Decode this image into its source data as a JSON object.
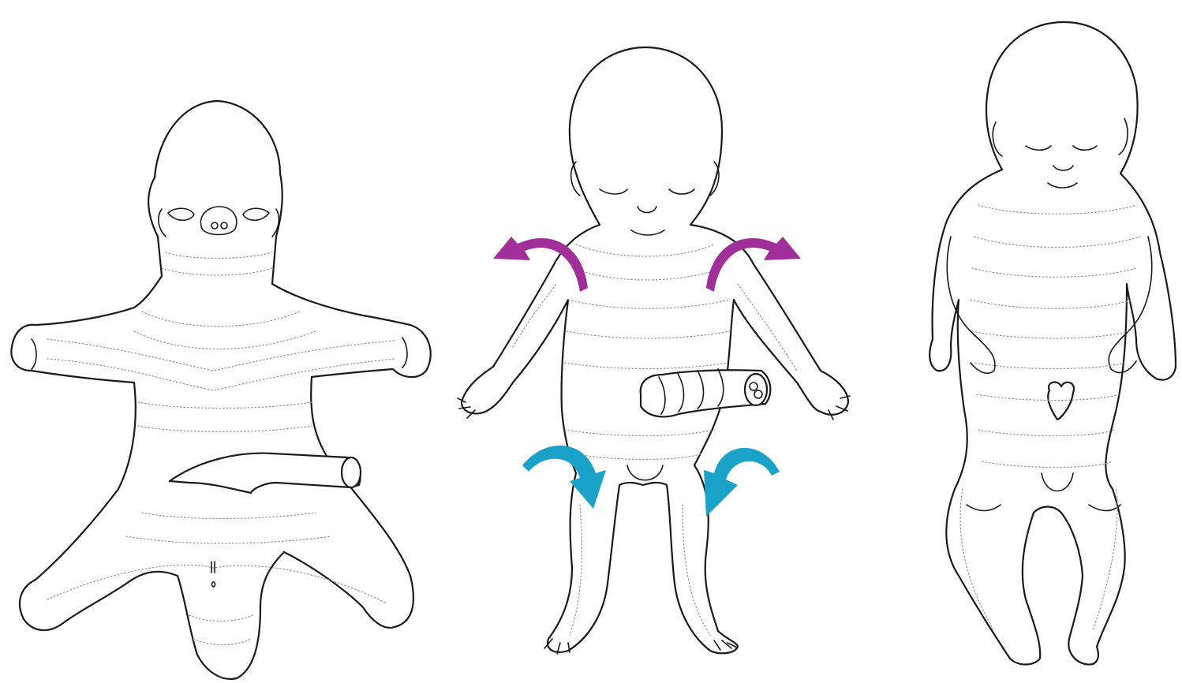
{
  "figure": {
    "stages": [
      {
        "id": "early",
        "arrows": []
      },
      {
        "id": "middle",
        "arrows": [
          {
            "limb": "left-arm",
            "direction": "outward-up",
            "color": "#a12f9a"
          },
          {
            "limb": "right-arm",
            "direction": "outward-up",
            "color": "#a12f9a"
          },
          {
            "limb": "left-leg",
            "direction": "inward-down",
            "color": "#1aa2c9"
          },
          {
            "limb": "right-leg",
            "direction": "inward-down",
            "color": "#1aa2c9"
          }
        ]
      },
      {
        "id": "late",
        "arrows": []
      }
    ],
    "colors": {
      "upper_limb_rotation": "#a12f9a",
      "lower_limb_rotation": "#1aa2c9",
      "line": "#1a1a1a",
      "contour": "#9a9a9a"
    }
  }
}
